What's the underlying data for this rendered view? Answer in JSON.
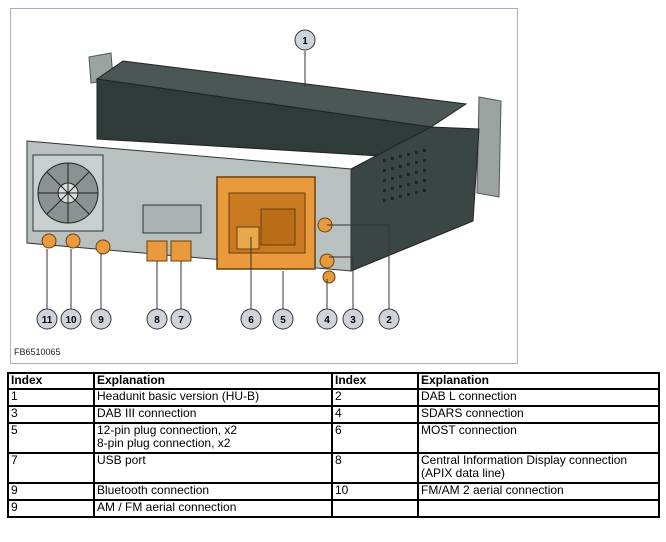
{
  "figure": {
    "id_text": "FB6510065",
    "callouts": [
      "1",
      "2",
      "3",
      "4",
      "5",
      "6",
      "7",
      "8",
      "9",
      "10",
      "11"
    ],
    "colors": {
      "connector": "#e89a3c",
      "housing": "#3c4a48",
      "callout_fill": "#cfd4dc"
    }
  },
  "table": {
    "headers": [
      "Index",
      "Explanation",
      "Index",
      "Explanation"
    ],
    "rows": [
      [
        "1",
        "Headunit basic version (HU-B)",
        "2",
        "DAB L connection"
      ],
      [
        "3",
        "DAB III connection",
        "4",
        "SDARS connection"
      ],
      [
        "5",
        "12-pin plug connection, x2\n8-pin plug connection, x2",
        "6",
        "MOST connection"
      ],
      [
        "7",
        "USB port",
        "8",
        "Central Information Display connection (APIX data line)"
      ],
      [
        "9",
        "Bluetooth connection",
        "10",
        "FM/AM 2 aerial connection"
      ],
      [
        "9",
        "AM / FM aerial connection",
        "",
        ""
      ]
    ]
  }
}
